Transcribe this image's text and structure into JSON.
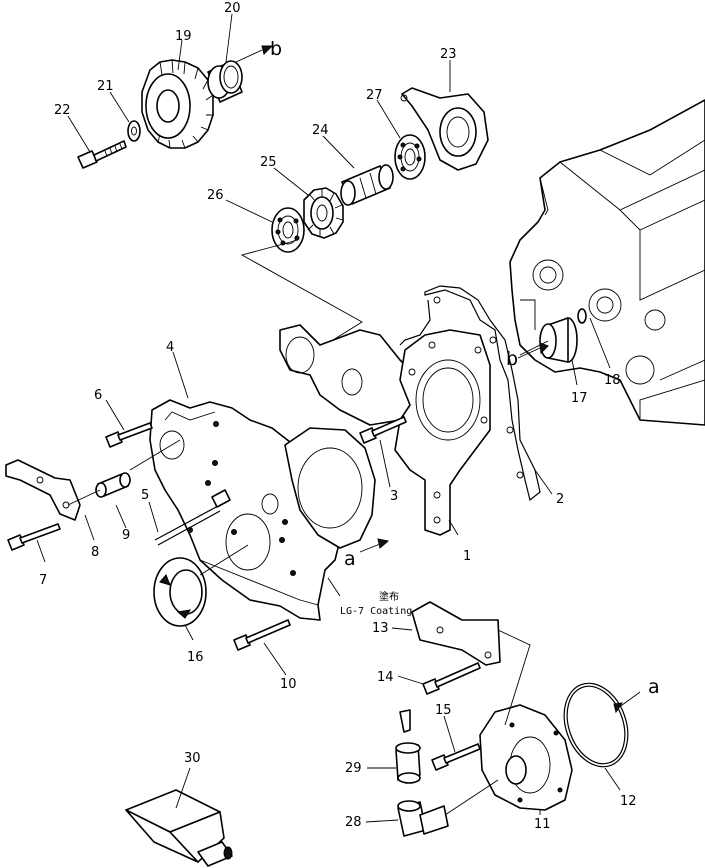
{
  "parts": [
    {
      "id": "1",
      "label": "1"
    },
    {
      "id": "2",
      "label": "2"
    },
    {
      "id": "3",
      "label": "3"
    },
    {
      "id": "4",
      "label": "4"
    },
    {
      "id": "5",
      "label": "5"
    },
    {
      "id": "6",
      "label": "6"
    },
    {
      "id": "7",
      "label": "7"
    },
    {
      "id": "8",
      "label": "8"
    },
    {
      "id": "9",
      "label": "9"
    },
    {
      "id": "10",
      "label": "10"
    },
    {
      "id": "11",
      "label": "11"
    },
    {
      "id": "12",
      "label": "12"
    },
    {
      "id": "13",
      "label": "13"
    },
    {
      "id": "14",
      "label": "14"
    },
    {
      "id": "15",
      "label": "15"
    },
    {
      "id": "16",
      "label": "16"
    },
    {
      "id": "17",
      "label": "17"
    },
    {
      "id": "18",
      "label": "18"
    },
    {
      "id": "19",
      "label": "19"
    },
    {
      "id": "20",
      "label": "20"
    },
    {
      "id": "21",
      "label": "21"
    },
    {
      "id": "22",
      "label": "22"
    },
    {
      "id": "23",
      "label": "23"
    },
    {
      "id": "24",
      "label": "24"
    },
    {
      "id": "25",
      "label": "25"
    },
    {
      "id": "26",
      "label": "26"
    },
    {
      "id": "27",
      "label": "27"
    },
    {
      "id": "28",
      "label": "28"
    },
    {
      "id": "29",
      "label": "29"
    },
    {
      "id": "30",
      "label": "30"
    }
  ],
  "references": {
    "a_label": "a",
    "b_label": "b"
  },
  "coating_note": {
    "kanji": "塗布",
    "text": "LG-7 Coating"
  }
}
